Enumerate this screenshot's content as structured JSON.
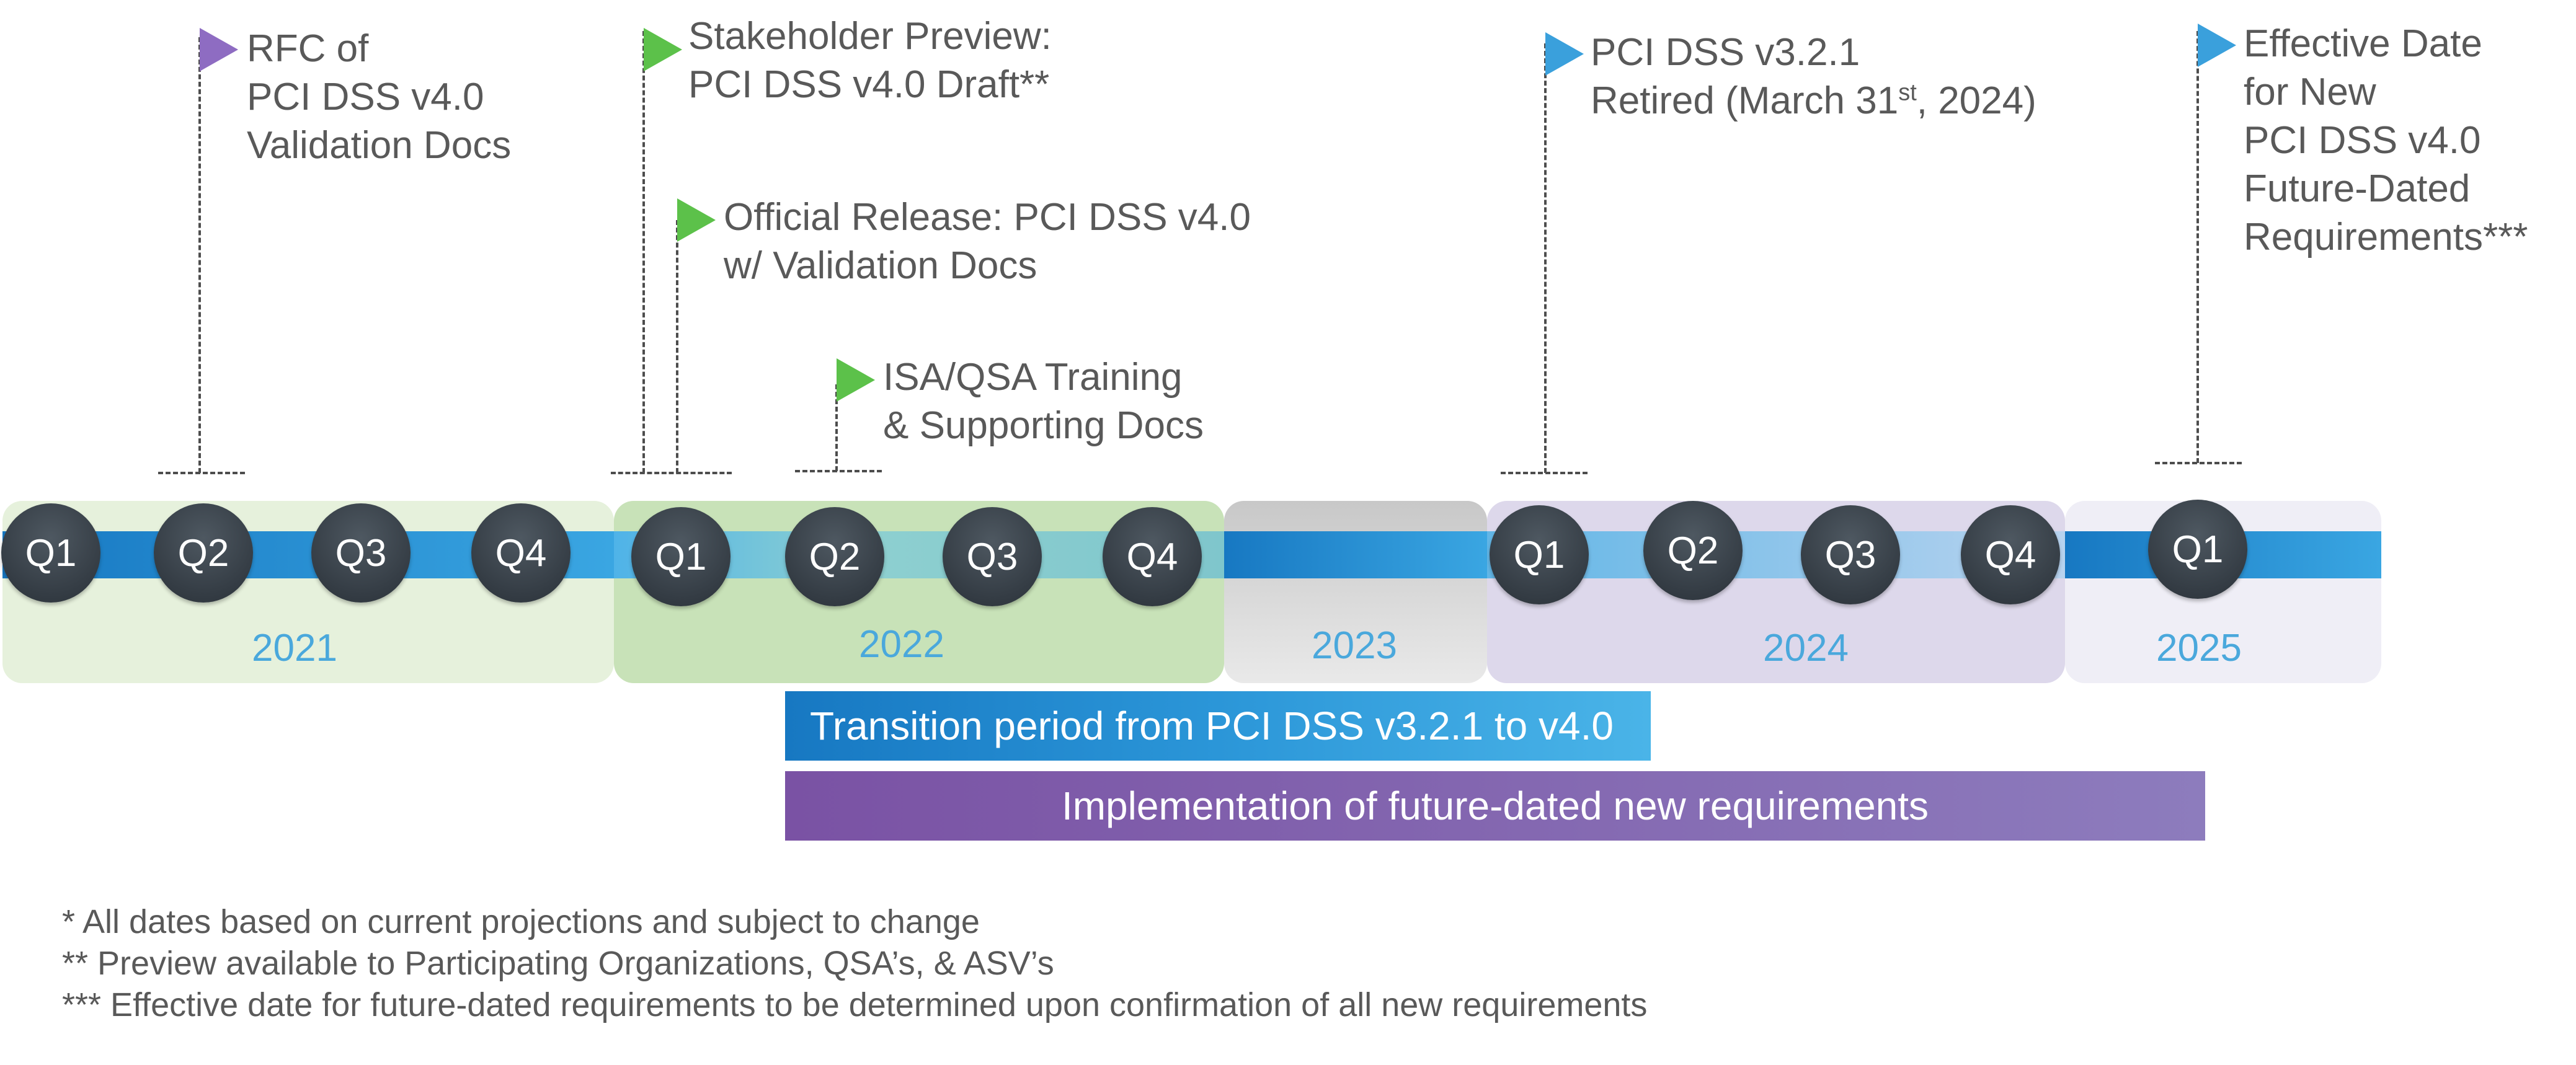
{
  "years": [
    {
      "label": "2021",
      "quarters": [
        "Q1",
        "Q2",
        "Q3",
        "Q4"
      ]
    },
    {
      "label": "2022",
      "quarters": [
        "Q1",
        "Q2",
        "Q3",
        "Q4"
      ]
    },
    {
      "label": "2023",
      "quarters": []
    },
    {
      "label": "2024",
      "quarters": [
        "Q1",
        "Q2",
        "Q3",
        "Q4"
      ]
    },
    {
      "label": "2025",
      "quarters": [
        "Q1"
      ]
    }
  ],
  "milestones": {
    "rfc": {
      "lines": [
        "RFC of",
        "PCI DSS v4.0",
        "Validation Docs"
      ],
      "flag_color": "#8e6cc2"
    },
    "stakeholder_preview": {
      "lines": [
        "Stakeholder Preview:",
        "PCI DSS v4.0 Draft**"
      ],
      "flag_color": "#5cc14a"
    },
    "official_release": {
      "lines": [
        "Official Release: PCI DSS v4.0",
        "w/ Validation Docs"
      ],
      "flag_color": "#5cc14a"
    },
    "training": {
      "lines": [
        "ISA/QSA Training",
        "& Supporting Docs"
      ],
      "flag_color": "#5cc14a"
    },
    "retired": {
      "line1": "PCI DSS v3.2.1",
      "line2_prefix": "Retired (March 31",
      "line2_sup": "st",
      "line2_suffix": ", 2024)",
      "flag_color": "#3aa0dc"
    },
    "effective_date": {
      "lines": [
        "Effective Date",
        "for New",
        "PCI DSS v4.0",
        "Future-Dated",
        "Requirements***"
      ],
      "flag_color": "#3aa0dc"
    }
  },
  "ranges": {
    "transition": "Transition period from PCI DSS v3.2.1 to v4.0",
    "implementation": "Implementation of future-dated new requirements"
  },
  "footnotes": [
    "* All dates based on current projections and subject to change",
    "** Preview available to Participating Organizations, QSA’s, & ASV’s",
    "*** Effective date for future-dated requirements to be determined upon confirmation of all new requirements"
  ],
  "colors": {
    "band_2021": "#e6f1dc",
    "band_2022": "#c8e2b8",
    "band_2023": "#dadada",
    "band_2024": "#ddd8eb",
    "band_2025": "#efeef6",
    "year_label": "#4aa8dc",
    "transition_bar": "#1c86d0",
    "implementation_bar": "#7d5ba6",
    "quarter_circle": "#3a424a"
  }
}
